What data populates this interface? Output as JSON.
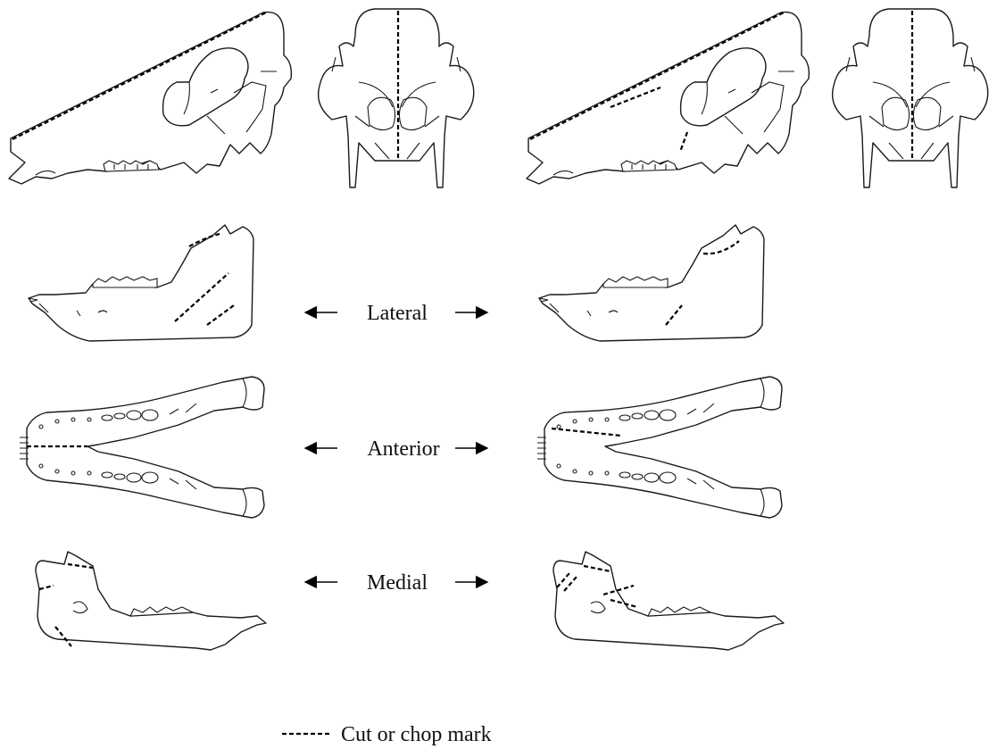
{
  "views": {
    "lateral": "Lateral",
    "anterior": "Anterior",
    "medial": "Medial"
  },
  "legend": {
    "label": "Cut or chop mark"
  },
  "colors": {
    "line": "#1a1a1a",
    "cut_mark": "#000000",
    "background": "#ffffff"
  }
}
